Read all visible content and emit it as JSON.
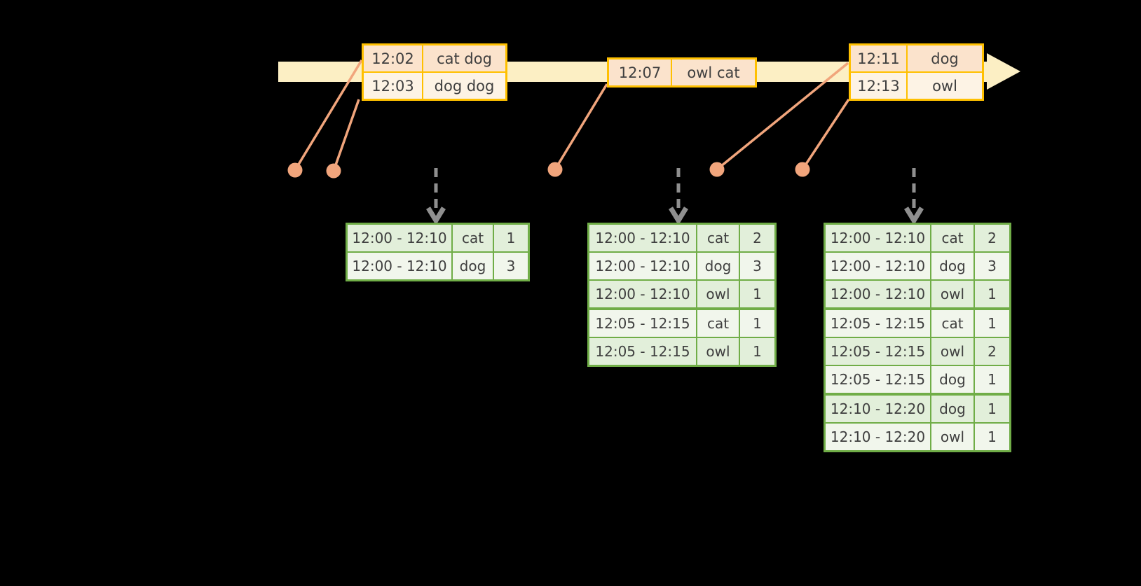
{
  "colors": {
    "background": "#000000",
    "timeline_fill": "#fcefc4",
    "event_border": "#ffc000",
    "event_row_dark": "#fbe3cc",
    "event_row_light": "#fdf3e5",
    "connector": "#f1a57c",
    "dashed_arrow": "#8f8f8f",
    "result_border": "#70ad47",
    "result_row_dark": "#e2efda",
    "result_row_light": "#f1f6ec",
    "text": "#3f3f3f"
  },
  "event_tables": [
    {
      "rows": [
        {
          "time": "12:02",
          "words": "cat dog"
        },
        {
          "time": "12:03",
          "words": "dog dog"
        }
      ]
    },
    {
      "rows": [
        {
          "time": "12:07",
          "words": "owl cat"
        }
      ]
    },
    {
      "rows": [
        {
          "time": "12:11",
          "words": "dog"
        },
        {
          "time": "12:13",
          "words": "owl"
        }
      ]
    }
  ],
  "result_tables": [
    {
      "rows": [
        [
          "12:00 - 12:10",
          "cat",
          "1"
        ],
        [
          "12:00 - 12:10",
          "dog",
          "3"
        ]
      ],
      "group_breaks": []
    },
    {
      "rows": [
        [
          "12:00 - 12:10",
          "cat",
          "2"
        ],
        [
          "12:00 - 12:10",
          "dog",
          "3"
        ],
        [
          "12:00 - 12:10",
          "owl",
          "1"
        ],
        [
          "12:05 - 12:15",
          "cat",
          "1"
        ],
        [
          "12:05 - 12:15",
          "owl",
          "1"
        ]
      ],
      "group_breaks": [
        3
      ]
    },
    {
      "rows": [
        [
          "12:00 - 12:10",
          "cat",
          "2"
        ],
        [
          "12:00 - 12:10",
          "dog",
          "3"
        ],
        [
          "12:00 - 12:10",
          "owl",
          "1"
        ],
        [
          "12:05 - 12:15",
          "cat",
          "1"
        ],
        [
          "12:05 - 12:15",
          "owl",
          "2"
        ],
        [
          "12:05 - 12:15",
          "dog",
          "1"
        ],
        [
          "12:10 - 12:20",
          "dog",
          "1"
        ],
        [
          "12:10 - 12:20",
          "owl",
          "1"
        ]
      ],
      "group_breaks": [
        3,
        6
      ]
    }
  ]
}
